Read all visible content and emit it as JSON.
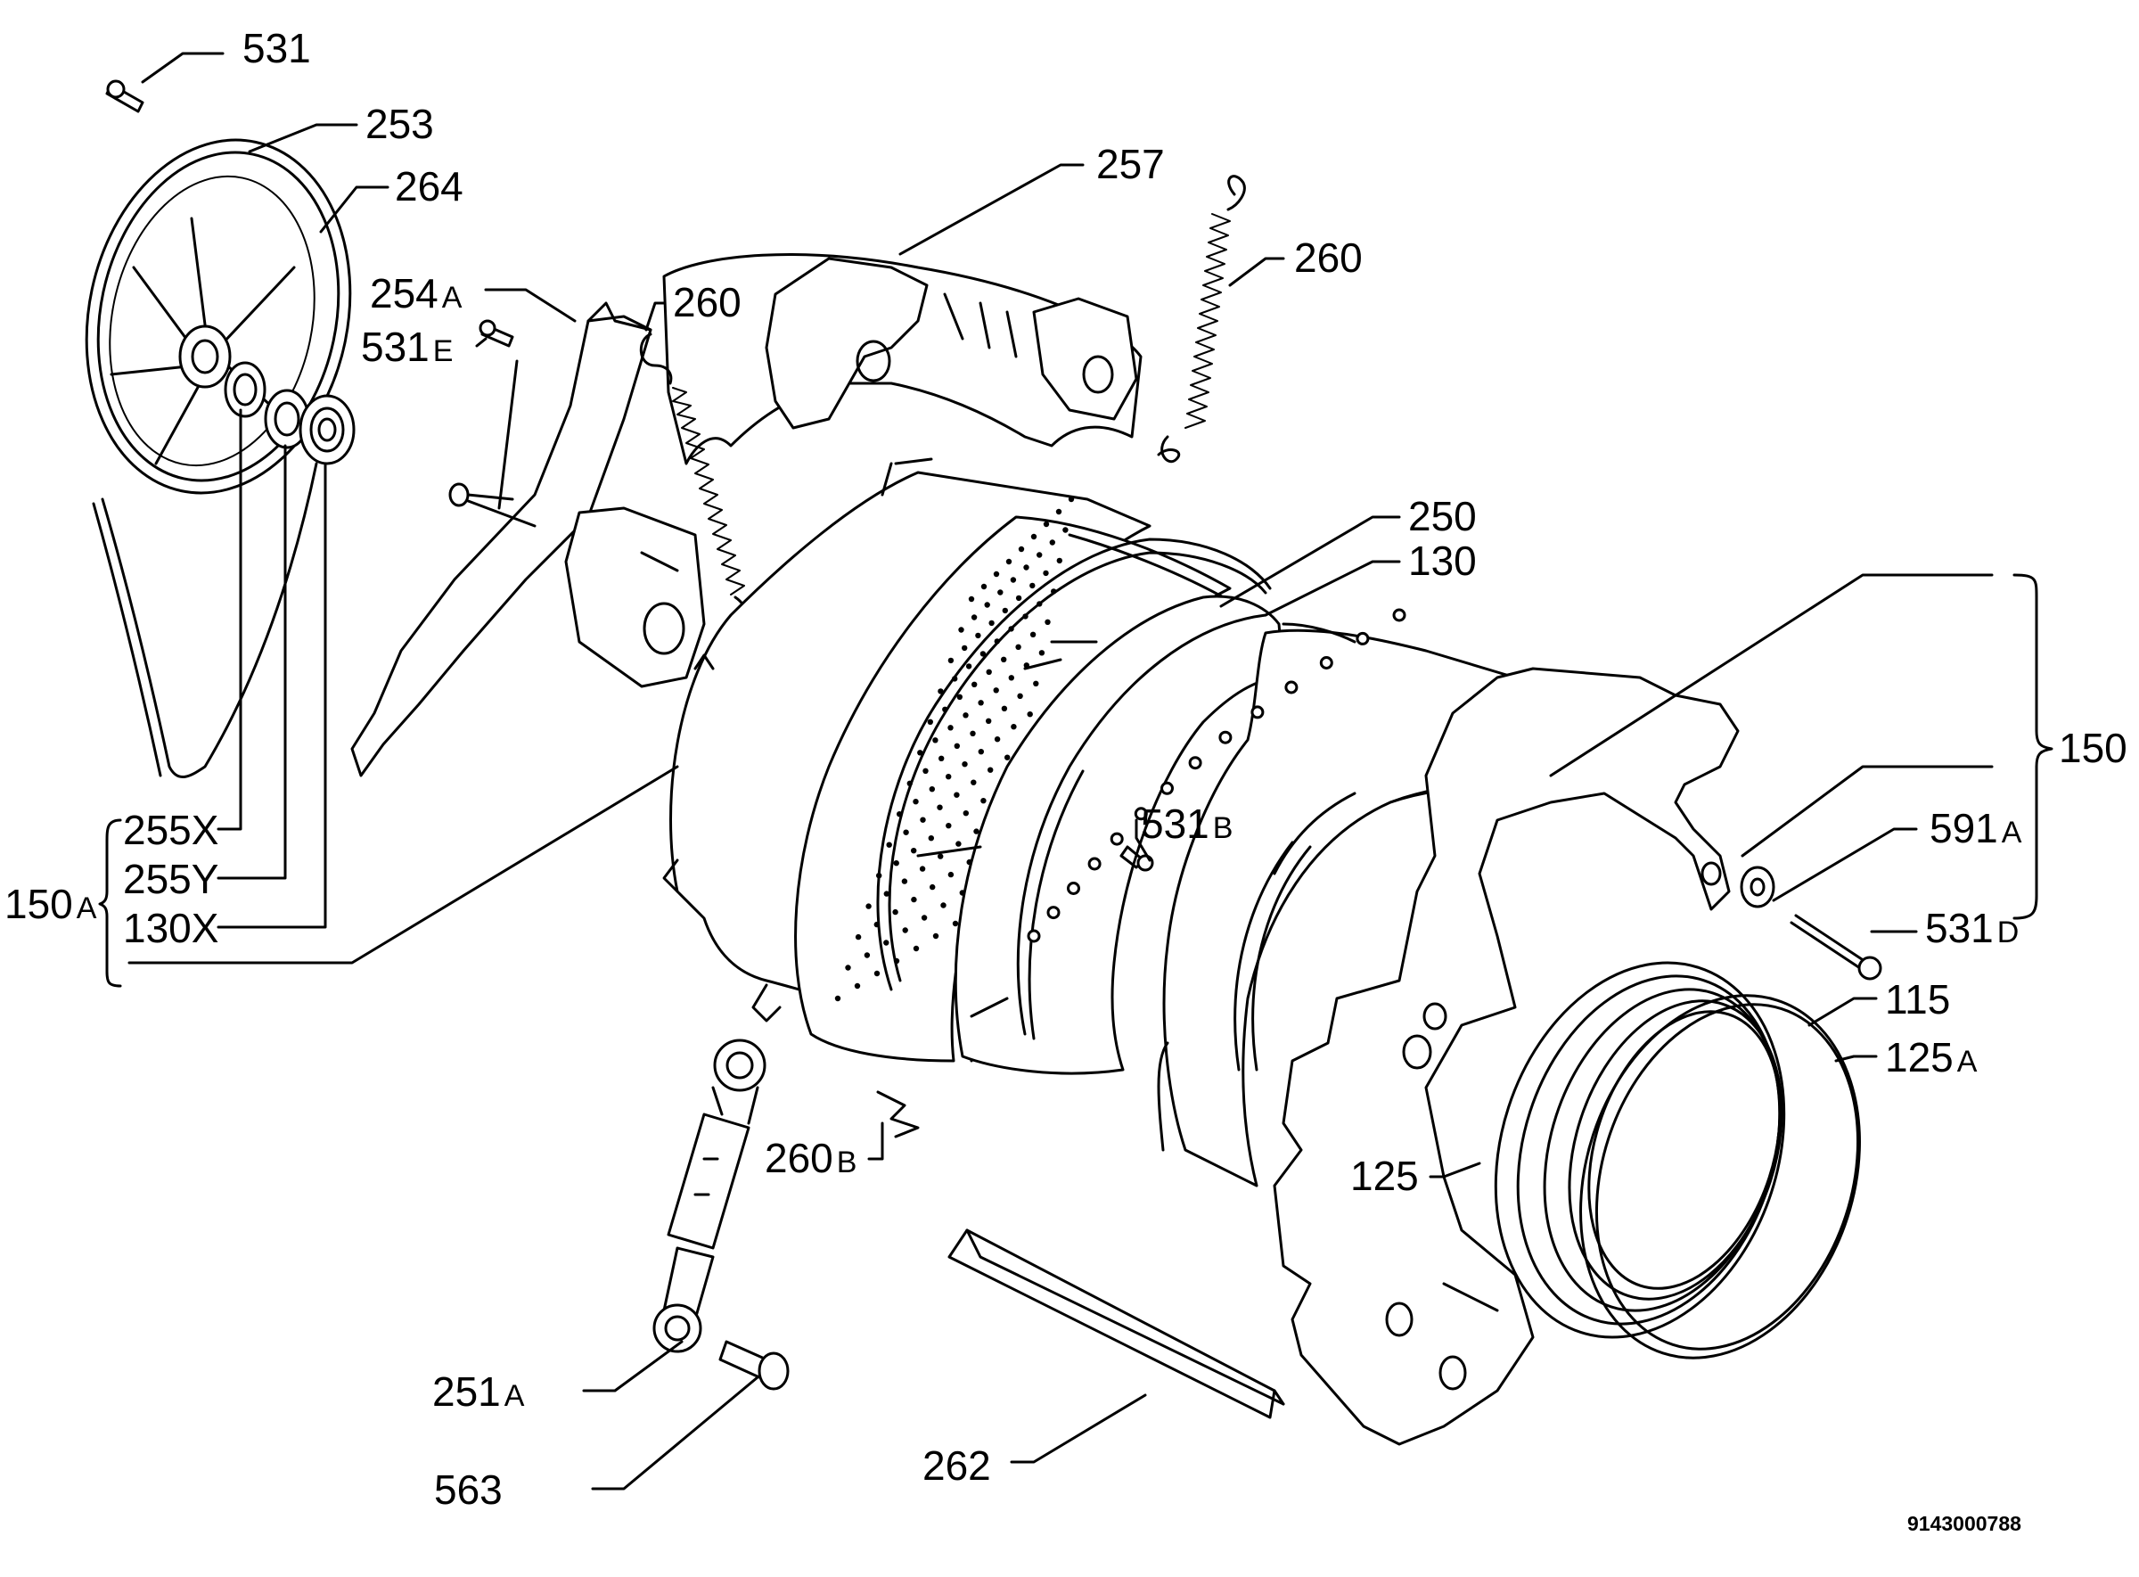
{
  "labels": {
    "l531": "531",
    "l253": "253",
    "l264": "264",
    "l257": "257",
    "l260_right": "260",
    "l260_left": "260",
    "l254": "254",
    "l254_sub": "A",
    "l531e": "531",
    "l531e_sub": "E",
    "l250": "250",
    "l130": "130",
    "l150": "150",
    "l531b": "531",
    "l531b_sub": "B",
    "l591a": "591",
    "l591a_sub": "A",
    "l531d": "531",
    "l531d_sub": "D",
    "l115": "115",
    "l125a": "125",
    "l125a_sub": "A",
    "l125": "125",
    "l255x": "255X",
    "l255y": "255Y",
    "l130x": "130X",
    "l150a": "150",
    "l150a_sub": "A",
    "l260b": "260",
    "l260b_sub": "B",
    "l251a": "251",
    "l251a_sub": "A",
    "l563": "563",
    "l262": "262"
  },
  "document_number": "9143000788"
}
